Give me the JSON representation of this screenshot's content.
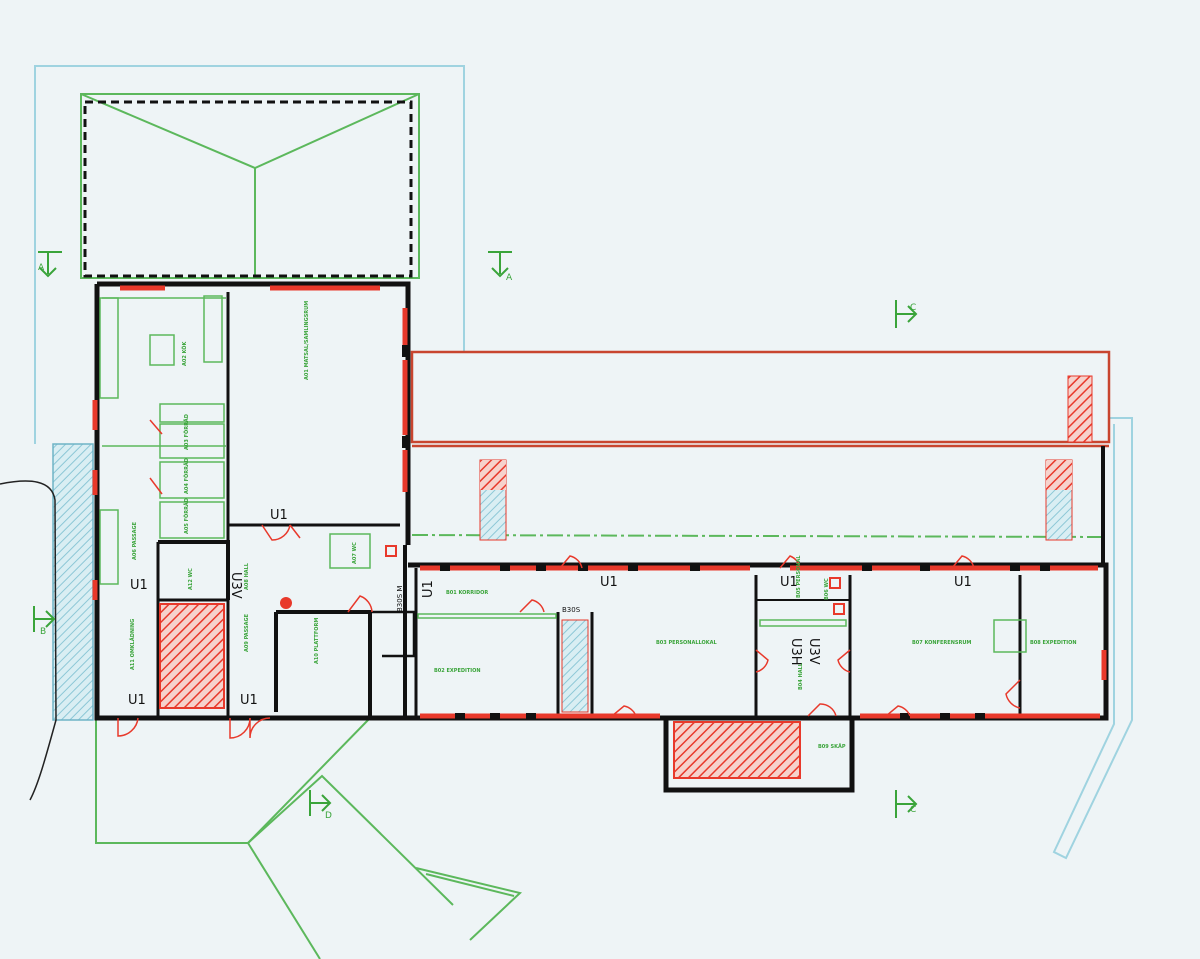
{
  "colors": {
    "background": "#eef4f6",
    "wall": "#111111",
    "demolished": "#e8392b",
    "new_work": "#5cb85c",
    "light_blue": "#9fd3e0",
    "annotation_green": "#3aa43a"
  },
  "door_labels": {
    "u1_a": "U1",
    "u1_b": "U1",
    "u1_c": "U1",
    "u1_d": "U1",
    "u1_e": "U1",
    "u1_f": "U1",
    "u1_g": "U1",
    "u1_h": "U1",
    "u3v_a": "U3V",
    "u3v_b": "U3V",
    "u3h": "U3H",
    "b30s_a": "B30S",
    "b30s_b": "B30S M"
  },
  "section_marks": {
    "a_left": "A",
    "a_right": "A",
    "b_left": "B",
    "c_top": "C",
    "c_bottom": "C",
    "d": "D"
  },
  "rooms": {
    "r_samlingsrum": "A01 MATSAL/SAMLINGSRUM",
    "r_kok": "A02 KÖK",
    "r_forrad1": "A03 FÖRRÅD",
    "r_forrad2": "A04 FÖRRÅD",
    "r_forrad3": "A05 FÖRRÅD",
    "r_passage": "A06 PASSAGE",
    "r_wc": "A07 WC",
    "r_hall": "A08 HALL",
    "r_passage2": "A09 PASSAGE",
    "r_plattform": "A10 PLATTFORM",
    "r_omklad": "A11 OMKLÄDNING",
    "r_wc2": "A12 WC",
    "r_korridor": "B01 KORRIDOR",
    "r_expedition": "B02 EXPEDITION",
    "r_personallokal": "B03 PERSONALLOKAL",
    "r_hall2": "B04 HALL",
    "r_personal_wc": "B05 PERSONAL",
    "r_wc3": "B06 WC",
    "r_konferensrum": "B07 KONFERENSRUM",
    "r_expedition2": "B08 EXPEDITION",
    "r_skap": "B09 SKÅP"
  }
}
